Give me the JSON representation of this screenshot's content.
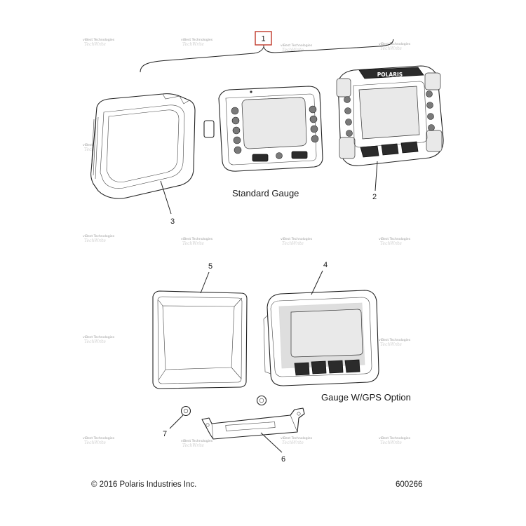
{
  "callouts": [
    "1",
    "2",
    "3",
    "4",
    "5",
    "6",
    "7"
  ],
  "captions": {
    "standard_gauge": "Standard Gauge",
    "gps_gauge": "Gauge W/GPS Option"
  },
  "footer": {
    "copyright": "© 2016 Polaris Industries Inc.",
    "figure_number": "600266"
  },
  "brand_logo_text": "POLARIS",
  "watermark": {
    "line1": "viBest Technologies",
    "line2": "TechWrite"
  },
  "colors": {
    "ink": "#1a1a1a",
    "callout_box": "#c0392b",
    "watermark": "#9a9a9a"
  }
}
